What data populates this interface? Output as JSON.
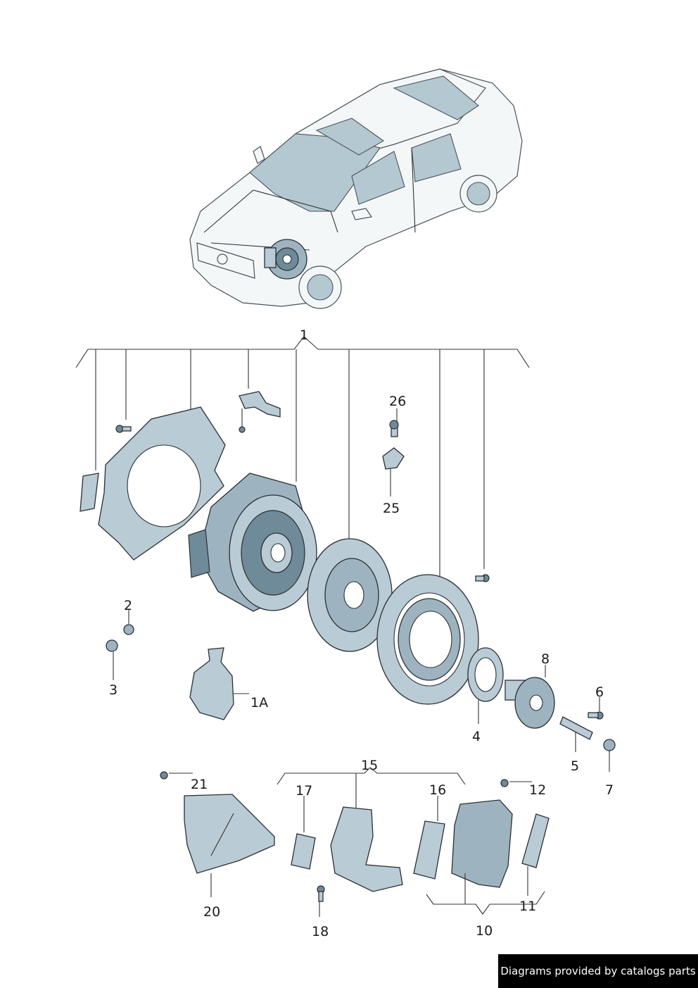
{
  "callouts": {
    "c1": "1",
    "c1a": "1A",
    "c2": "2",
    "c3": "3",
    "c4": "4",
    "c5": "5",
    "c6": "6",
    "c7": "7",
    "c8": "8",
    "c10": "10",
    "c11": "11",
    "c12": "12",
    "c15": "15",
    "c16": "16",
    "c17": "17",
    "c18": "18",
    "c20": "20",
    "c21": "21",
    "c25": "25",
    "c26": "26"
  },
  "footer": {
    "text": "Diagrams provided by catalogs parts"
  },
  "colors": {
    "part_fill": "#b9cbd4",
    "part_dark": "#6f8a98",
    "glass": "#b4c8d2",
    "footer_bg": "#000000"
  }
}
